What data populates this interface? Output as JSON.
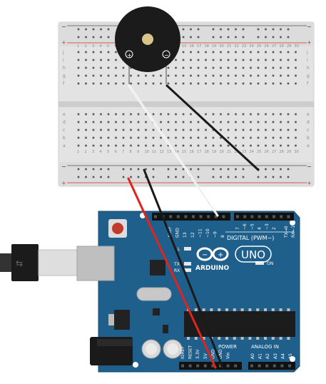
{
  "breadboard": {
    "columns": 30,
    "rows_top": [
      "j",
      "i",
      "h",
      "g",
      "f"
    ],
    "rows_bottom": [
      "e",
      "d",
      "c",
      "b",
      "a"
    ],
    "rail_minus": "−",
    "rail_plus": "+"
  },
  "buzzer": {
    "plus_label": "+",
    "minus_label": "−"
  },
  "arduino": {
    "logo_text": "ARDUINO",
    "model": "UNO",
    "digital_label": "DIGITAL (PWM~)",
    "power_label": "POWER",
    "analog_label": "ANALOG IN",
    "on_label": "ON",
    "tx_label": "TX",
    "rx_label": "RX",
    "l_label": "L",
    "tx0_label": "TX→0",
    "rx1_label": "RX←1",
    "digital_pins": [
      "AREF",
      "GND",
      "13",
      "12",
      "~11",
      "~10",
      "~9",
      "8"
    ],
    "digital_pins_2": [
      "7",
      "~6",
      "~5",
      "4",
      "~3",
      "2"
    ],
    "power_pins": [
      "IOREF",
      "RESET",
      "3.3V",
      "5V",
      "GND",
      "GND",
      "Vin"
    ],
    "analog_pins": [
      "A0",
      "A1",
      "A2",
      "A3",
      "A4",
      "A5"
    ]
  },
  "colors": {
    "board": "#1f5f8b",
    "breadboard": "#e4e4e4",
    "wire_red": "#e0241c",
    "wire_black": "#1a1a1a",
    "wire_white": "#ffffff",
    "rail_red": "#d9302a"
  }
}
